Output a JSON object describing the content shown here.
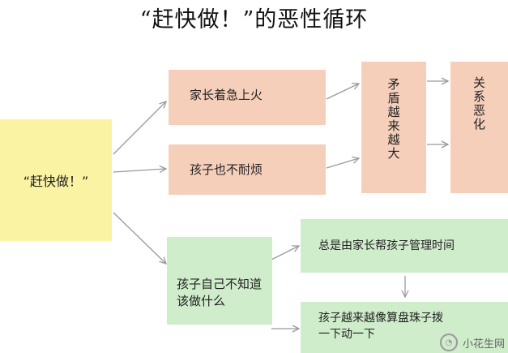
{
  "title": "“赶快做！”的恶性循环",
  "nodes": {
    "start": "“赶快做！”",
    "parent_anxious": "家长着急上火",
    "child_impatient": "孩子也不耐烦",
    "conflict": "矛盾越来越大",
    "relationship": "关系恶化",
    "child_confused": "孩子自己不知道该做什么",
    "parent_manages": "总是由家长帮孩子管理时间",
    "abacus": "孩子越来越像算盘珠子拨一下动一下"
  },
  "watermark": {
    "text": "小花生网"
  },
  "colors": {
    "yellow": "#fbf3a4",
    "peach": "#f6cfbb",
    "green": "#cfeccb",
    "arrow": "#9a9a9a"
  }
}
